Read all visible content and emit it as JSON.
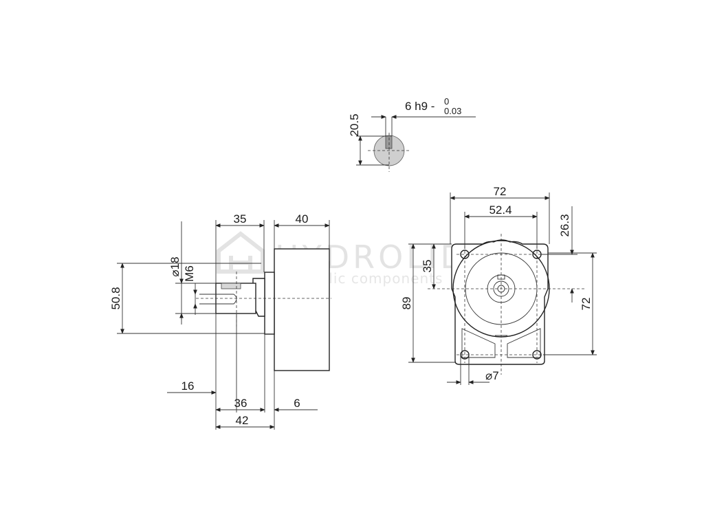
{
  "watermark": {
    "brand": "HYDROLIDER",
    "tagline": "hydraulic components"
  },
  "shaft_section": {
    "dim_height": "20.5",
    "key_tolerance": {
      "main": "6 h9 -",
      "upper": "0",
      "lower": "0.03"
    }
  },
  "side_view": {
    "dim_35": "35",
    "dim_40": "40",
    "dim_diameter_18": "⌀18",
    "dim_m6": "M6",
    "dim_50_8": "50.8",
    "dim_16": "16",
    "dim_36": "36",
    "dim_6": "6",
    "dim_42": "42"
  },
  "front_view": {
    "dim_72_width": "72",
    "dim_52_4": "52.4",
    "dim_26_3": "26.3",
    "dim_35": "35",
    "dim_89": "89",
    "dim_72_height": "72",
    "dim_hole_7": "⌀7"
  },
  "colors": {
    "line": "#222222",
    "shaft_fill": "#cfcfcf",
    "watermark": "#e3e3e3"
  }
}
